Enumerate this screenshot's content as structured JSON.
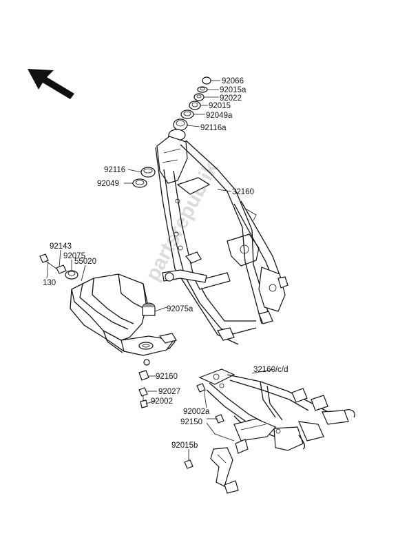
{
  "watermark": "partsrepublik",
  "callouts": {
    "p92066": "92066",
    "p92015a": "92015a",
    "p92022": "92022",
    "p92015": "92015",
    "p92049a": "92049a",
    "p92116a": "92116a",
    "p92116": "92116",
    "p92049": "92049",
    "p32160": "32160",
    "p92143": "92143",
    "p92075": "92075",
    "p55020": "55020",
    "p130": "130",
    "p92075a": "92075a",
    "p92160": "92160",
    "p92027": "92027",
    "p92002": "92002",
    "p32160cd": "32160/c/d",
    "p92002a": "92002a",
    "p92150": "92150",
    "p92015b": "92015b"
  },
  "icons": {
    "front_arrow": "front-direction-arrow"
  }
}
